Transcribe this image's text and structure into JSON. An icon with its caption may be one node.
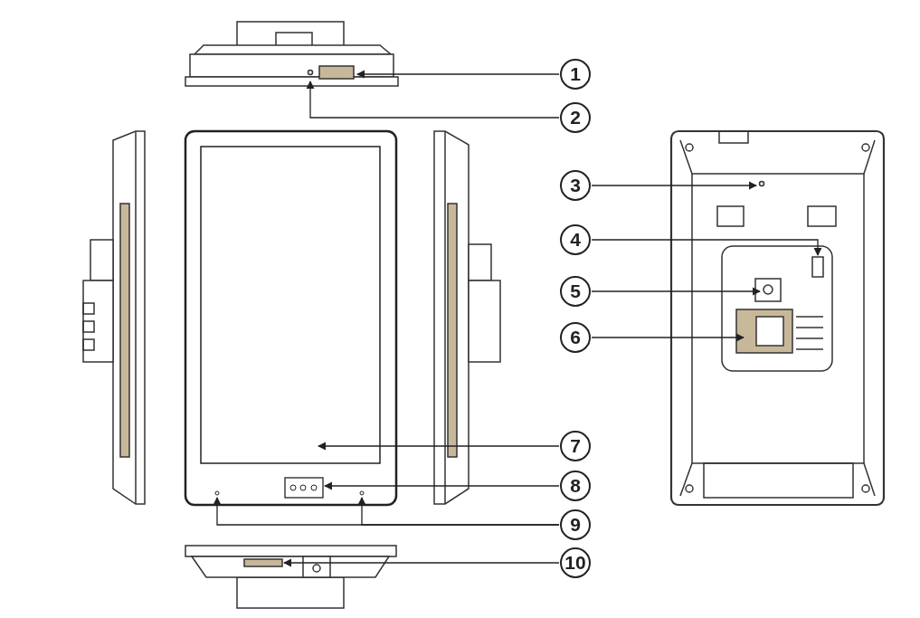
{
  "diagram": {
    "nodes": [
      {
        "text": [
          "1"
        ]
      },
      {
        "text": [
          "2"
        ]
      },
      {
        "text": [
          "3"
        ]
      },
      {
        "text": [
          "4"
        ]
      },
      {
        "text": [
          "5"
        ]
      },
      {
        "text": [
          "6"
        ]
      },
      {
        "text": [
          "7"
        ]
      },
      {
        "text": [
          "8"
        ]
      },
      {
        "text": [
          "9"
        ]
      },
      {
        "text": [
          "10"
        ]
      }
    ],
    "edges": [
      {
        "from": 0,
        "to": null,
        "arrow": "to"
      },
      {
        "from": 1,
        "to": null,
        "arrow": "to"
      },
      {
        "from": 2,
        "to": null,
        "arrow": "to"
      },
      {
        "from": 3,
        "to": null,
        "arrow": "to"
      },
      {
        "from": 4,
        "to": null,
        "arrow": "to"
      },
      {
        "from": 5,
        "to": null,
        "arrow": "to"
      },
      {
        "from": 6,
        "to": null,
        "arrow": "to"
      },
      {
        "from": 7,
        "to": null,
        "arrow": "to"
      },
      {
        "from": 8,
        "to": null,
        "arrow": "to"
      },
      {
        "from": 8,
        "to": null,
        "arrow": "to"
      },
      {
        "from": 9,
        "to": null,
        "arrow": "to"
      }
    ]
  }
}
